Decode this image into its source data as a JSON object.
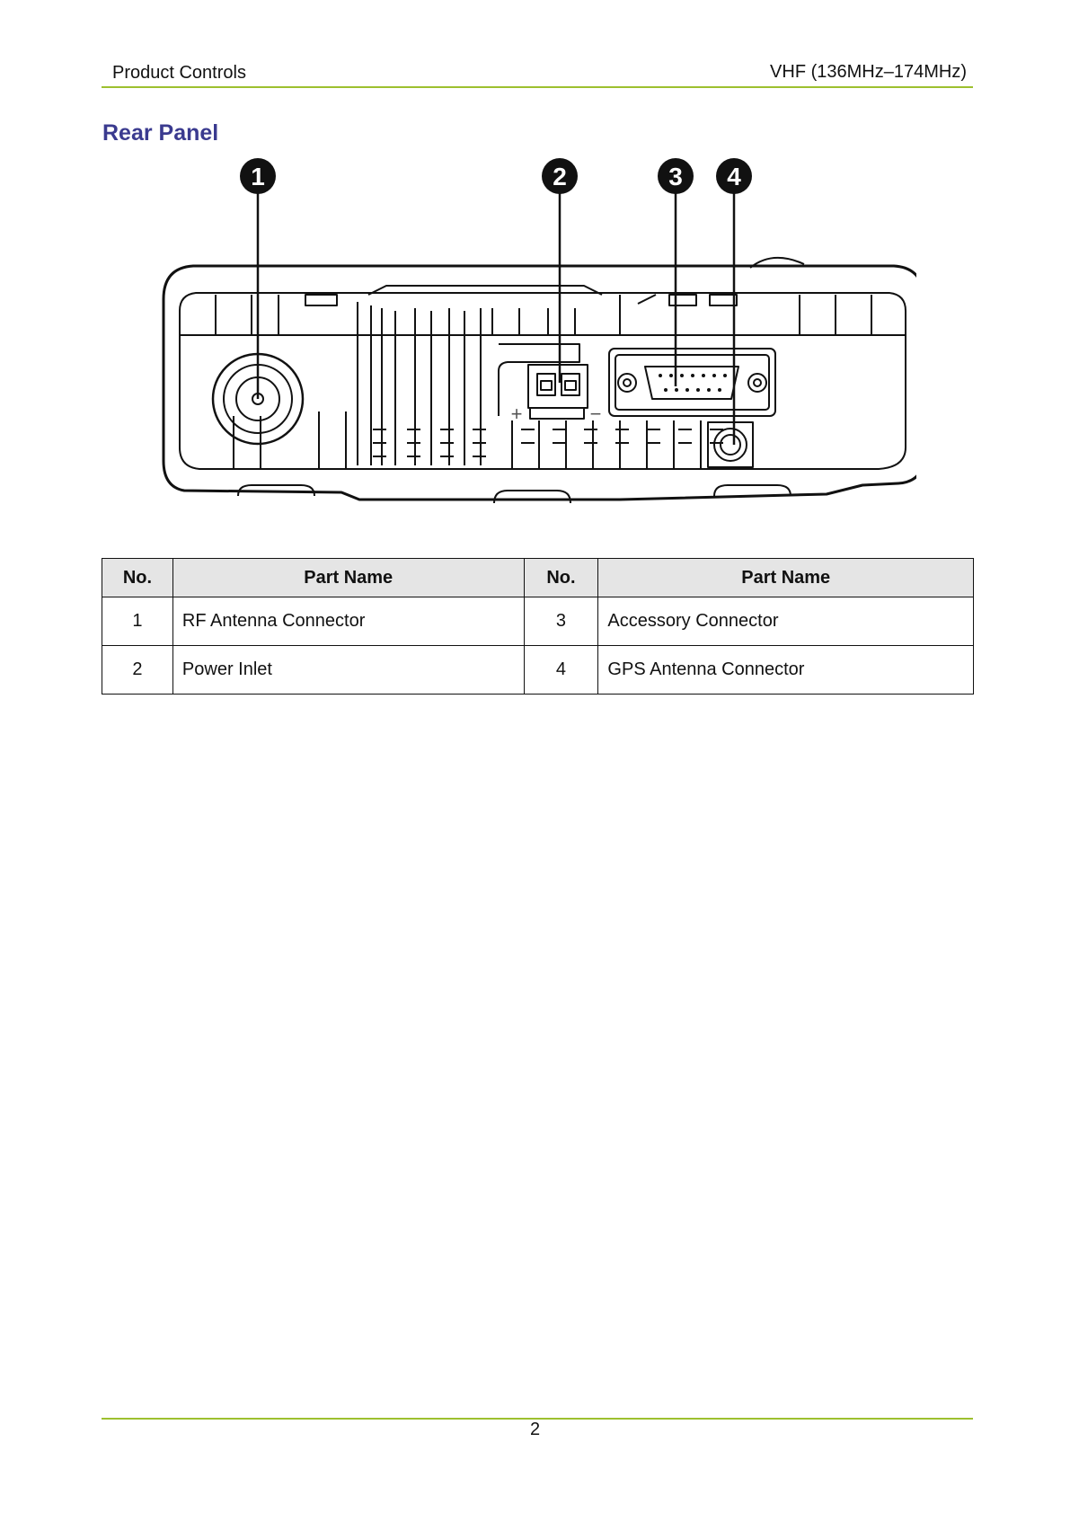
{
  "header": {
    "left": "Product Controls",
    "right": "VHF  (136MHz–174MHz)"
  },
  "section_title": "Rear Panel",
  "callouts": [
    "1",
    "2",
    "3",
    "4"
  ],
  "power_labels": {
    "plus": "+",
    "minus": "−"
  },
  "table": {
    "headers": [
      "No.",
      "Part Name",
      "No.",
      "Part Name"
    ],
    "rows": [
      {
        "no_left": "1",
        "name_left": "RF Antenna Connector",
        "no_right": "3",
        "name_right": "Accessory Connector"
      },
      {
        "no_left": "2",
        "name_left": "Power Inlet",
        "no_right": "4",
        "name_right": "GPS Antenna Connector"
      }
    ]
  },
  "page_number": "2",
  "colors": {
    "rule": "#9dc02f",
    "title": "#3a3a8f",
    "header_fill": "#e5e5e5"
  }
}
